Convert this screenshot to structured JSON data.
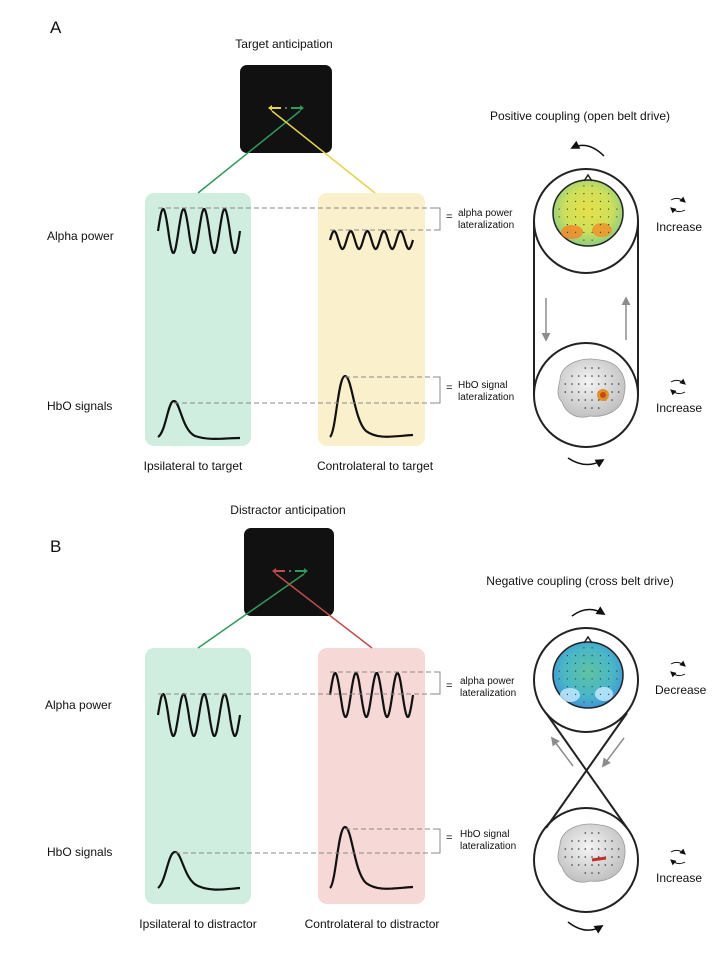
{
  "panel_a": {
    "letter": "A",
    "title": "Target anticipation",
    "left_label": "Ipsilateral to target",
    "right_label": "Controlateral to target",
    "alpha_row": "Alpha power",
    "hbo_row": "HbO signals",
    "alpha_note_line1": "alpha power",
    "alpha_note_line2": "lateralization",
    "hbo_note_line1": "HbO signal",
    "hbo_note_line2": "lateralization",
    "eq": "=",
    "coupling_title": "Positive coupling (open belt drive)",
    "top_change": "Increase",
    "bottom_change": "Increase",
    "left_color": "#cfeee0",
    "right_color": "#fbf0cc",
    "left_line_color": "#2f9a5a",
    "right_line_color": "#e8d24a"
  },
  "panel_b": {
    "letter": "B",
    "title": "Distractor anticipation",
    "left_label": "Ipsilateral to distractor",
    "right_label": "Controlateral to distractor",
    "alpha_row": "Alpha power",
    "hbo_row": "HbO signals",
    "alpha_note_line1": "alpha power",
    "alpha_note_line2": "lateralization",
    "hbo_note_line1": "HbO signal",
    "hbo_note_line2": "lateralization",
    "eq": "=",
    "coupling_title": "Negative coupling (cross belt drive)",
    "top_change": "Decrease",
    "bottom_change": "Increase",
    "left_color": "#cfeee0",
    "right_color": "#f6d8d6",
    "left_line_color": "#2f9a5a",
    "right_line_color": "#c24a4a"
  }
}
